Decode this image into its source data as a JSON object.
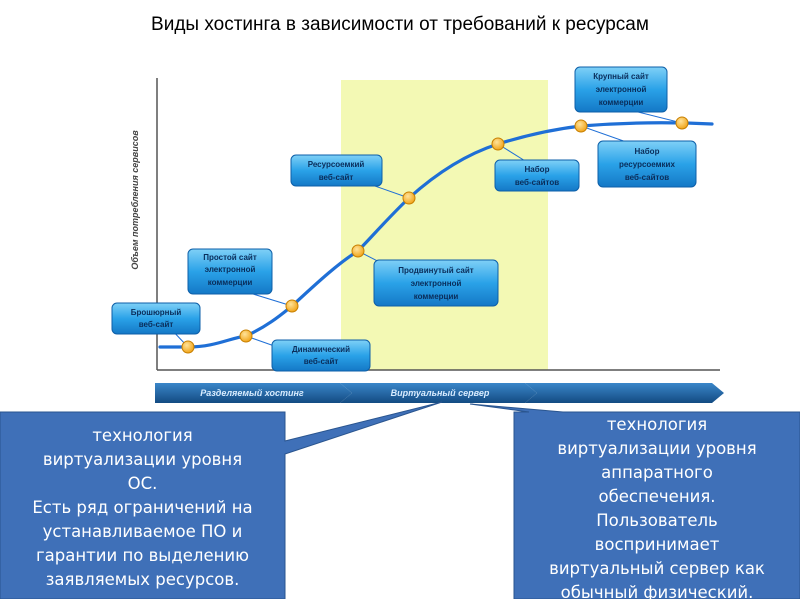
{
  "title": "Виды хостинга в зависимости от требований к ресурсам",
  "y_axis_label": "Объем потребления сервисов",
  "stages": [
    {
      "label": "Разделяемый хостинг"
    },
    {
      "label": "Виртуальный сервер"
    },
    {
      "label": ""
    }
  ],
  "curve_points": [
    {
      "label": "Брошюрный веб-сайт",
      "lines": [
        "Брошюрный",
        "веб-сайт"
      ]
    },
    {
      "label": "Динамический веб-сайт",
      "lines": [
        "Динамический",
        "веб-сайт"
      ]
    },
    {
      "label": "Простой сайт электронной коммерции",
      "lines": [
        "Простой сайт",
        "электронной",
        "коммерции"
      ]
    },
    {
      "label": "Продвинутый сайт электронной коммерции",
      "lines": [
        "Продвинутый сайт",
        "электронной",
        "коммерции"
      ]
    },
    {
      "label": "Ресурсоемкий веб-сайт",
      "lines": [
        "Ресурсоемкий",
        "веб-сайт"
      ]
    },
    {
      "label": "Набор веб-сайтов",
      "lines": [
        "Набор",
        "веб-сайтов"
      ]
    },
    {
      "label": "Набор ресурсоемких веб-сайтов",
      "lines": [
        "Набор",
        "ресурсоемких",
        "веб-сайтов"
      ]
    },
    {
      "label": "Крупный сайт электронной коммерции",
      "lines": [
        "Крупный сайт",
        "электронной",
        "коммерции"
      ]
    }
  ],
  "callouts": {
    "left": {
      "lines": [
        "",
        "технология",
        "виртуализации уровня",
        "ОС.",
        "Есть ряд ограничений на",
        "устанавливаемое ПО и",
        "гарантии по выделению",
        "заявляемых ресурсов."
      ]
    },
    "right": {
      "lines": [
        "",
        "технология",
        "виртуализации уровня",
        "аппаратного",
        "обеспечения.",
        "Пользователь",
        "воспринимает",
        "виртуальный сервер как",
        "обычный физический."
      ]
    }
  },
  "colors": {
    "curve": "#1f6fd6",
    "highlight_band": "#f3f9b4",
    "point": "#f5b021",
    "label_fill": "#2aa2e8",
    "stage_arrow": "#1a5c9a",
    "callout_fill": "#3f70b8"
  }
}
